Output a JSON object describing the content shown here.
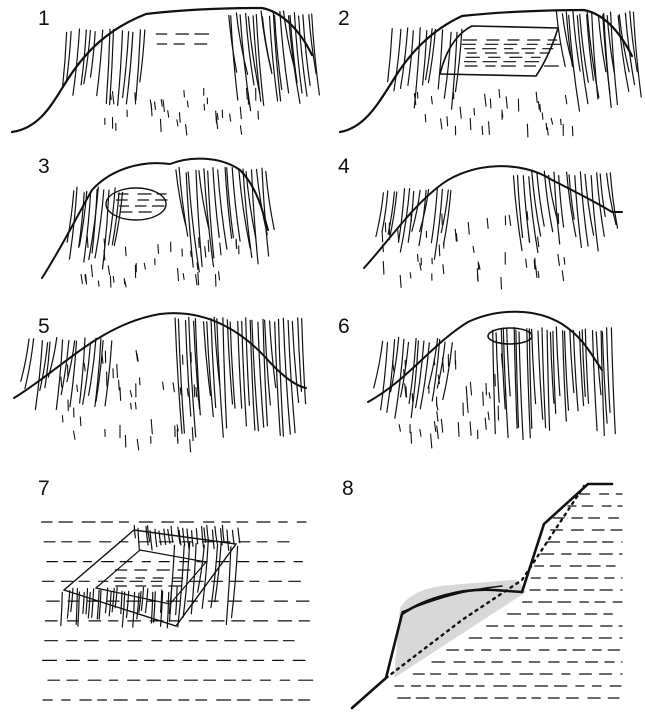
{
  "panels": [
    {
      "number": "1"
    },
    {
      "number": "2"
    },
    {
      "number": "3"
    },
    {
      "number": "4"
    },
    {
      "number": "5"
    },
    {
      "number": "6"
    },
    {
      "number": "7"
    },
    {
      "number": "8"
    }
  ],
  "colors": {
    "ink": "#111111",
    "background": "#ffffff"
  }
}
